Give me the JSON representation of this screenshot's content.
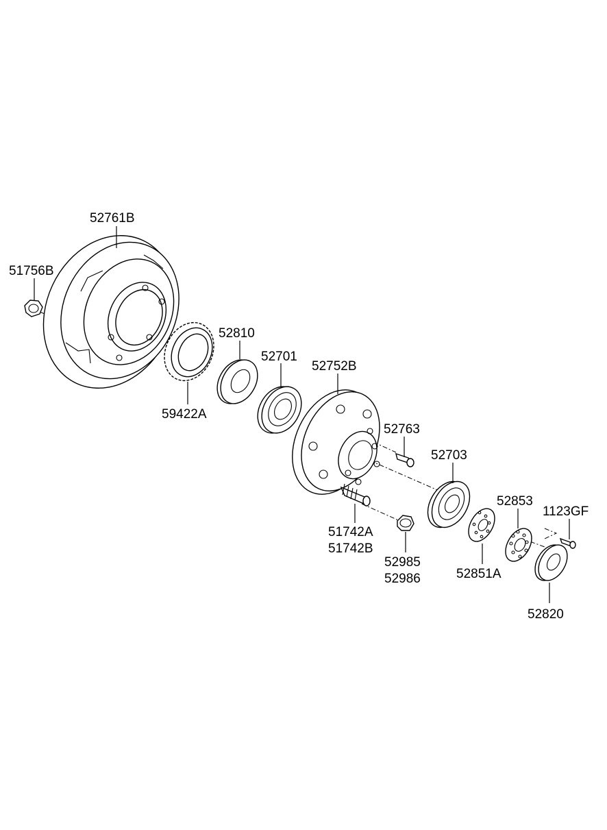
{
  "diagram": {
    "callouts": {
      "p52761B": "52761B",
      "p51756B": "51756B",
      "p52810": "52810",
      "p52701": "52701",
      "p52752B": "52752B",
      "p59422A": "59422A",
      "p52763": "52763",
      "p52703": "52703",
      "p52853": "52853",
      "p1123GF": "1123GF",
      "p51742A": "51742A",
      "p51742B": "51742B",
      "p52985": "52985",
      "p52986": "52986",
      "p52851A": "52851A",
      "p52820": "52820"
    }
  }
}
